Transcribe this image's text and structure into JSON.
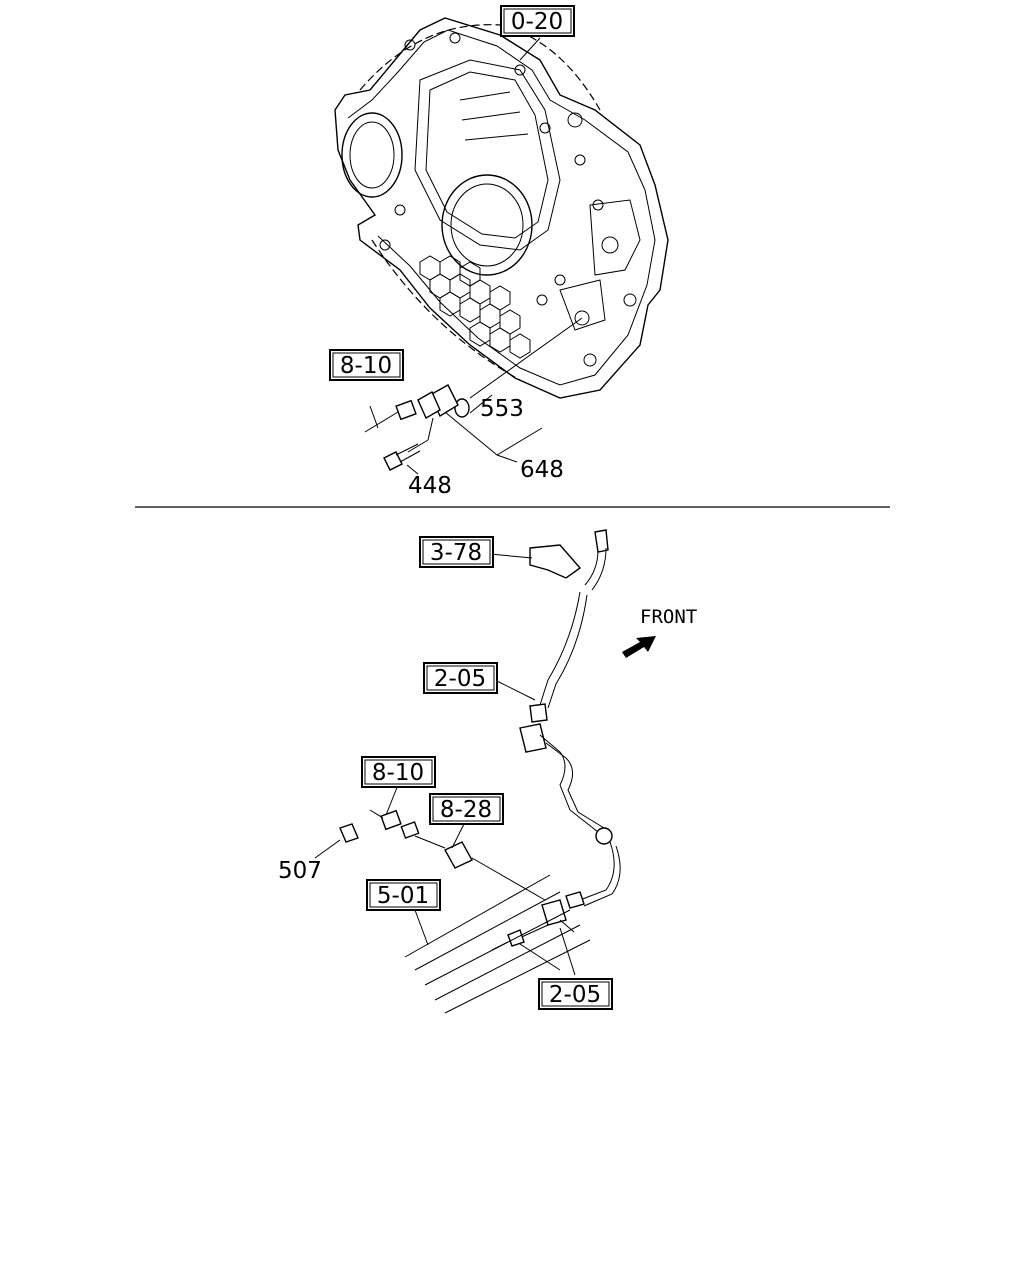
{
  "references": {
    "top_0_20": "0-20",
    "top_8_10": "8-10",
    "bottom_3_78": "3-78",
    "bottom_2_05_upper": "2-05",
    "bottom_8_10": "8-10",
    "bottom_8_28": "8-28",
    "bottom_5_01": "5-01",
    "bottom_2_05_lower": "2-05"
  },
  "part_numbers": {
    "p553": "553",
    "p648": "648",
    "p448": "448",
    "p507": "507"
  },
  "front_label": "FRONT"
}
